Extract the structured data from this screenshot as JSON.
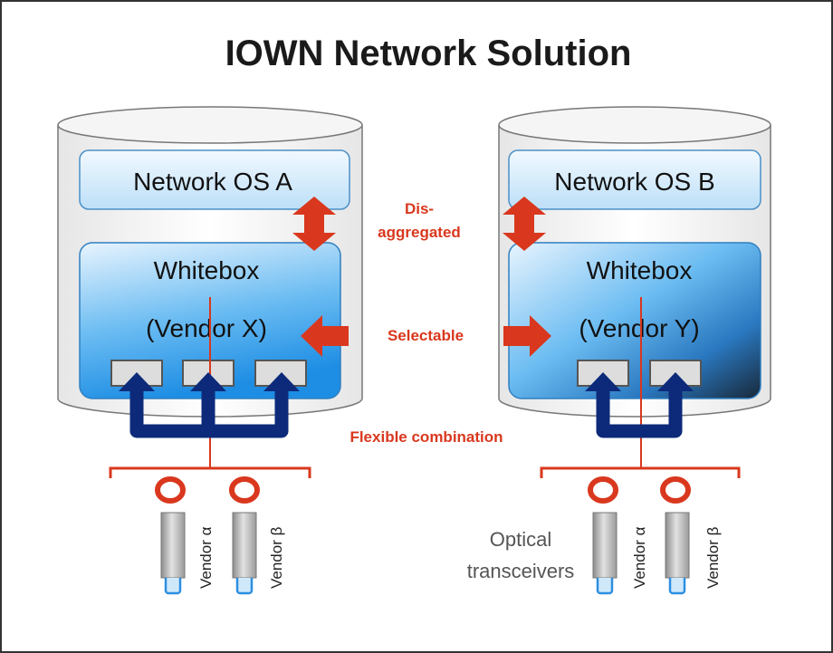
{
  "title": "IOWN Network Solution",
  "left": {
    "os_label": "Network OS A",
    "whitebox_label": "Whitebox",
    "vendor_label": "(Vendor X)",
    "transceivers": [
      "Vendor α",
      "Vendor β"
    ]
  },
  "right": {
    "os_label": "Network OS B",
    "whitebox_label": "Whitebox",
    "vendor_label": "(Vendor Y)",
    "transceivers": [
      "Vendor α",
      "Vendor β"
    ]
  },
  "annotations": {
    "disaggregated_line1": "Dis-",
    "disaggregated_line2": "aggregated",
    "selectable": "Selectable",
    "flexible": "Flexible combination",
    "optical_line1": "Optical",
    "optical_line2": "transceivers"
  },
  "colors": {
    "accent_red": "#d9381e",
    "arrow_blue": "#0d2a7a",
    "box_blue": "#3a9ee8",
    "os_box": "#cfe8fb"
  }
}
